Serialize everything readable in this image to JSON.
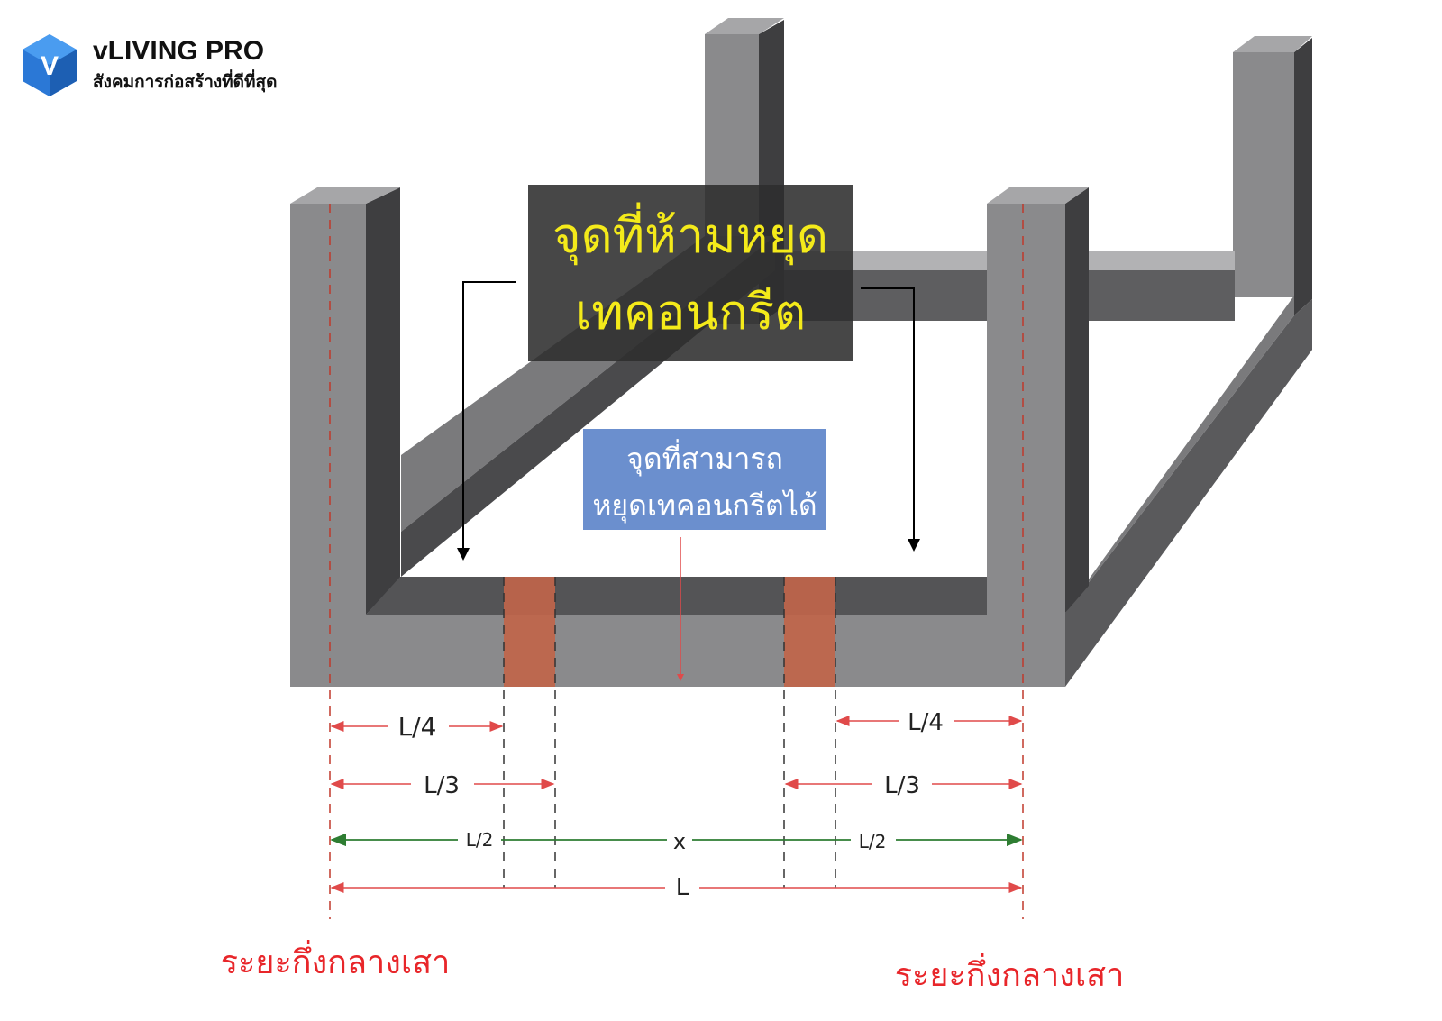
{
  "brand": {
    "name": "vLIVING PRO",
    "tagline": "สังคมการก่อสร้างที่ดีที่สุด",
    "logo_letter": "V",
    "logo_icon": "hexagon-v-logo-icon"
  },
  "callouts": {
    "forbidden_line1": "จุดที่ห้ามหยุด",
    "forbidden_line2": "เทคอนกรีต",
    "allowed_line1": "จุดที่สามารถ",
    "allowed_line2": "หยุดเทคอนกรีตได้"
  },
  "dimensions": {
    "quarter_left": "L/4",
    "quarter_right": "L/4",
    "third_left": "L/3",
    "third_right": "L/3",
    "half_left": "L/2",
    "half_right": "L/2",
    "center_mark": "x",
    "full": "L"
  },
  "column_center_labels": {
    "left": "ระยะกึ่งกลางเสา",
    "right": "ระยะกึ่งกลางเสา"
  },
  "colors": {
    "beam_light": "#8a8a8c",
    "beam_mid": "#6d6d6f",
    "beam_dark": "#3e3e40",
    "beam_top": "#a6a6a8",
    "stop_zone": "#c0654a",
    "forbidden_box": "#3b3b3b",
    "forbidden_text": "#f4ea1a",
    "allowed_box": "#6b8fce",
    "dimension_red": "#e04a4a",
    "dimension_green": "#3a8a3a",
    "label_red": "#e8262a",
    "logo_blue": "#2b78d6"
  }
}
